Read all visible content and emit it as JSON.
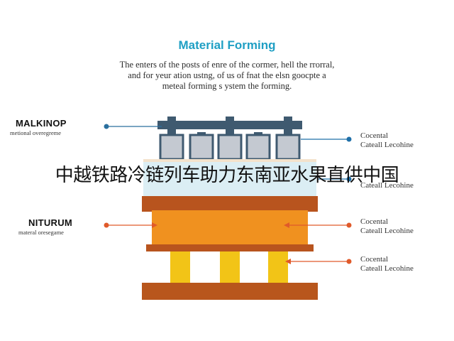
{
  "diagram": {
    "title": "Material Forming",
    "description_lines": [
      "The enters of the posts of enre of the cormer, hell the rrorral,",
      "and for yeur ation ustng, of us of fnat the elsn goocpte a",
      "meteal forming s ystem the forming."
    ],
    "left_labels": [
      {
        "title": "MALKINOP",
        "subtitle": "metional overegreme",
        "dot_color": "#2a6f9e"
      },
      {
        "title": "NITURUM",
        "subtitle": "materal oresegame",
        "dot_color": "#e05a2a"
      }
    ],
    "right_labels": [
      {
        "line1": "Cocental",
        "line2": "Cateall Lecohine",
        "dot_color": "#1f6fa8"
      },
      {
        "line1": "",
        "line2": "Cateall Lecohine",
        "dot_color": "#1f6fa8"
      },
      {
        "line1": "Cocental",
        "line2": "Cateall Lecohine",
        "dot_color": "#e05a2a"
      },
      {
        "line1": "Cocental",
        "line2": "Cateall Lecohine",
        "dot_color": "#e05a2a"
      }
    ],
    "colors": {
      "title": "#1f9fc4",
      "punch_dark": "#3f5a70",
      "punch_light": "#c4c9d1",
      "blank_plate": "#dbeef4",
      "die_dark": "#b8541e",
      "die_orange": "#f0911f",
      "pillar_yellow": "#f2c417",
      "base_brown": "#b8561c"
    }
  },
  "overlay_caption": "中越铁路冷链列车助力东南亚水果直供中国"
}
